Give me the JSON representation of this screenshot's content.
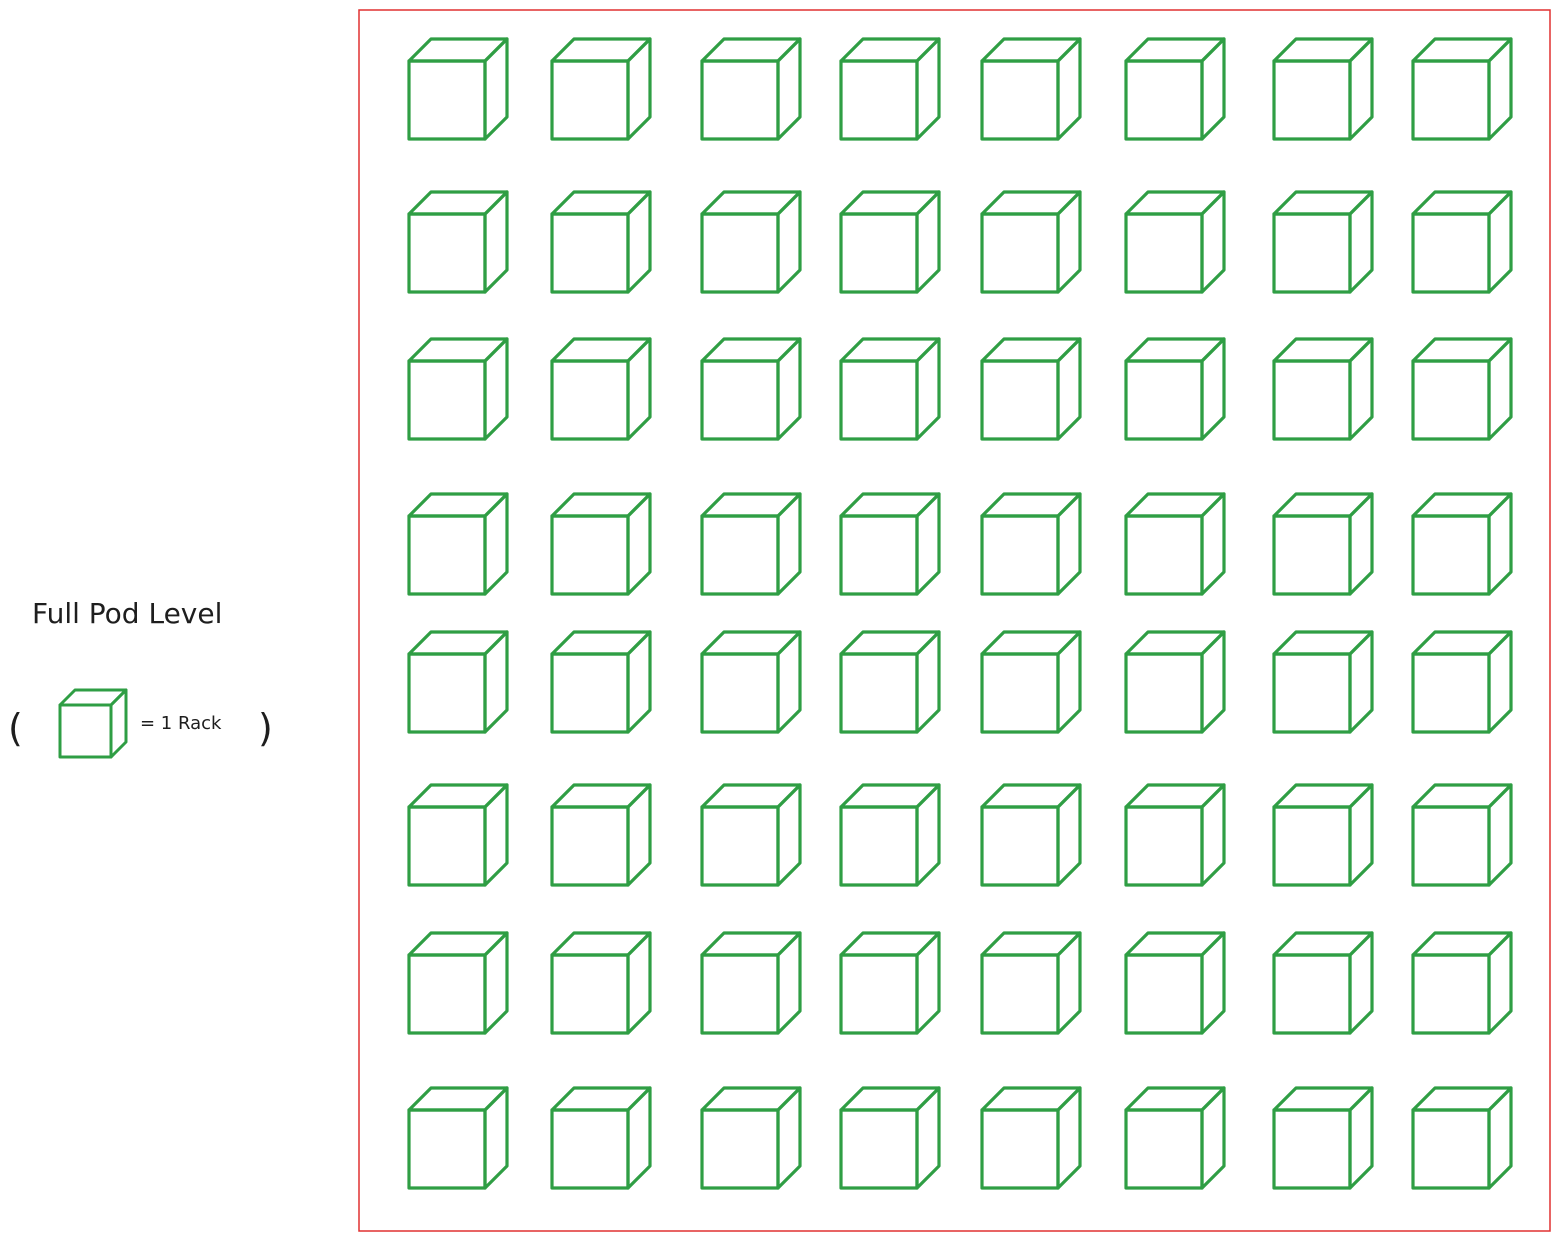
{
  "title": "Full Pod Level",
  "legend": {
    "open_paren": "(",
    "close_paren": ")",
    "text": "= 1 Rack",
    "icon": "rack-cube-icon"
  },
  "pod": {
    "rows": 8,
    "columns": 8,
    "rack_icon": "rack-cube-icon"
  },
  "colors": {
    "rack_stroke": "#2f9e44",
    "pod_border": "#e03131",
    "text": "#1e1e1e"
  }
}
